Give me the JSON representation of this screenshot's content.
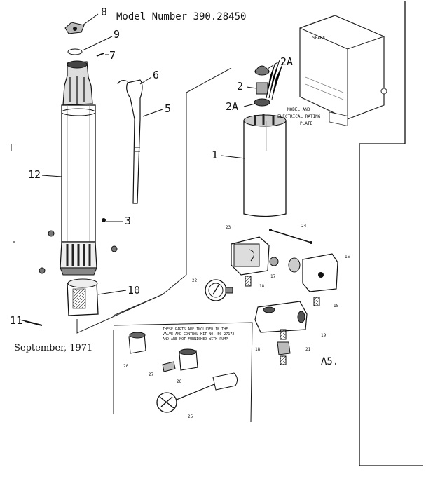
{
  "header": {
    "model_number": "Model Number 390.28450"
  },
  "footer": {
    "date": "September, 1971",
    "page_code": "A5."
  },
  "callouts": {
    "motor_plate": [
      "MODEL AND",
      "ELECTRICAL RATING",
      "PLATE"
    ],
    "control_box_badge": "SEARS",
    "inset_note": [
      "THESE PARTS ARE INCLUDED IN THE",
      "VALVE AND CONTROL KIT NO. 50-27172",
      "AND ARE NOT FURNISHED WITH PUMP"
    ]
  },
  "part_labels": {
    "p8": "8",
    "p9": "9",
    "p7": "7",
    "p6": "6",
    "p5": "5",
    "p12": "12",
    "p3": "3",
    "p10": "10",
    "p11": "11",
    "p2a_top": "2A",
    "p2": "2",
    "p2a_bot": "2A",
    "p1": "1",
    "p23": "23",
    "p24": "24",
    "p16": "16",
    "p17": "17",
    "p18a": "18",
    "p18b": "18",
    "p18c": "18",
    "p22": "22",
    "p19": "19",
    "p21": "21",
    "p20": "20",
    "p27": "27",
    "p26": "26",
    "p25": "25"
  }
}
